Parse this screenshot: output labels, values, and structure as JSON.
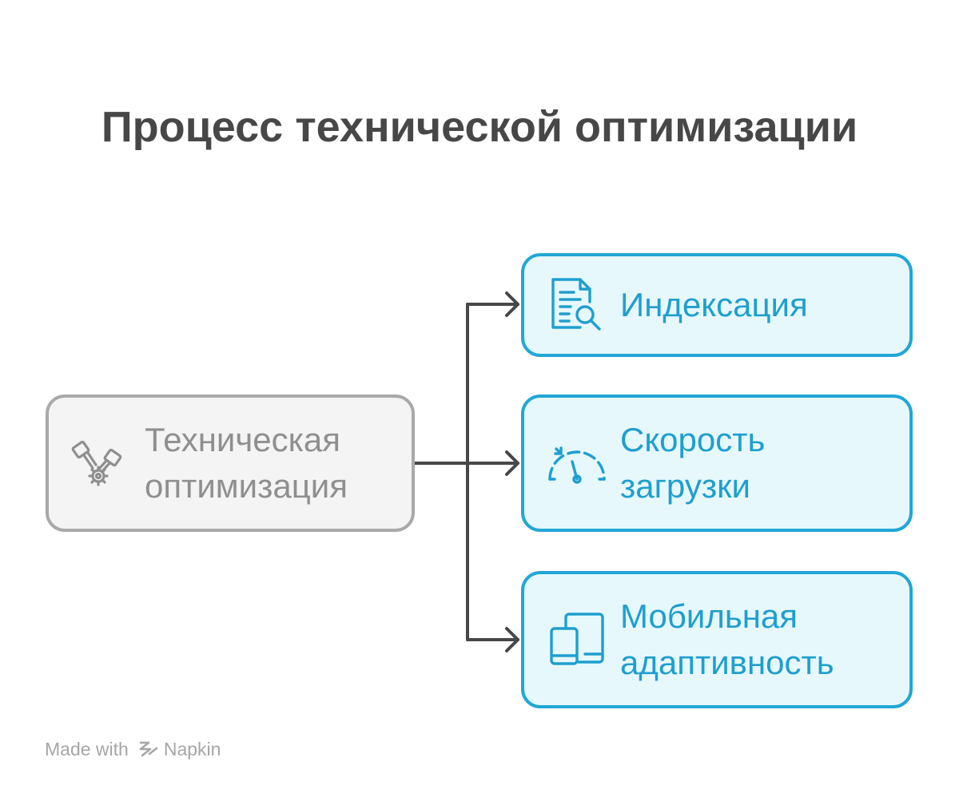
{
  "title": "Процесс технической оптимизации",
  "colors": {
    "title": "#474747",
    "root_border": "#a9a9a9",
    "root_fill": "#f4f4f4",
    "root_text": "#8f8f8f",
    "branch_border": "#21a7d6",
    "branch_fill": "#e6f8fc",
    "branch_text": "#1e9fcf",
    "connector": "#474747",
    "footer_text": "#a6a6a6"
  },
  "root": {
    "label": "Техническая\nоптимизация",
    "icon": "pistons-gear-icon"
  },
  "branches": [
    {
      "label": "Индексация",
      "icon": "document-search-icon"
    },
    {
      "label": "Скорость\nзагрузки",
      "icon": "speedometer-icon"
    },
    {
      "label": "Мобильная\nадаптивность",
      "icon": "mobile-tablet-icon"
    }
  ],
  "footer": {
    "prefix": "Made with",
    "brand": "Napkin",
    "icon": "napkin-logo-icon"
  }
}
